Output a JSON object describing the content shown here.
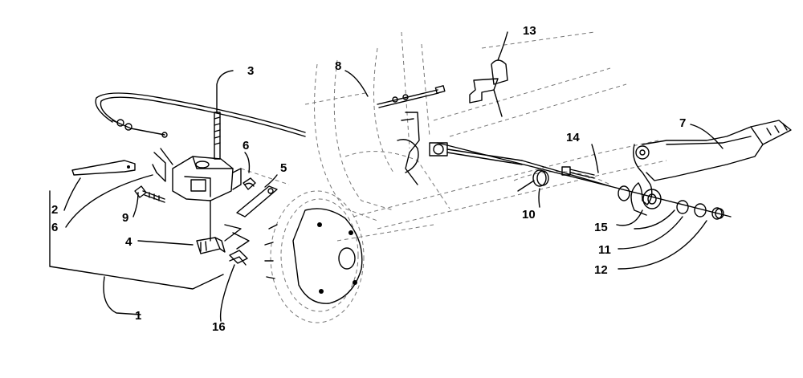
{
  "diagram": {
    "callouts": [
      {
        "id": "1",
        "text": "1"
      },
      {
        "id": "2",
        "text": "2"
      },
      {
        "id": "3",
        "text": "3"
      },
      {
        "id": "4",
        "text": "4"
      },
      {
        "id": "5",
        "text": "5"
      },
      {
        "id": "6a",
        "text": "6"
      },
      {
        "id": "6b",
        "text": "6"
      },
      {
        "id": "7",
        "text": "7"
      },
      {
        "id": "8",
        "text": "8"
      },
      {
        "id": "9",
        "text": "9"
      },
      {
        "id": "10",
        "text": "10"
      },
      {
        "id": "11",
        "text": "11"
      },
      {
        "id": "12",
        "text": "12"
      },
      {
        "id": "13",
        "text": "13"
      },
      {
        "id": "14",
        "text": "14"
      },
      {
        "id": "15",
        "text": "15"
      },
      {
        "id": "16",
        "text": "16"
      }
    ]
  }
}
